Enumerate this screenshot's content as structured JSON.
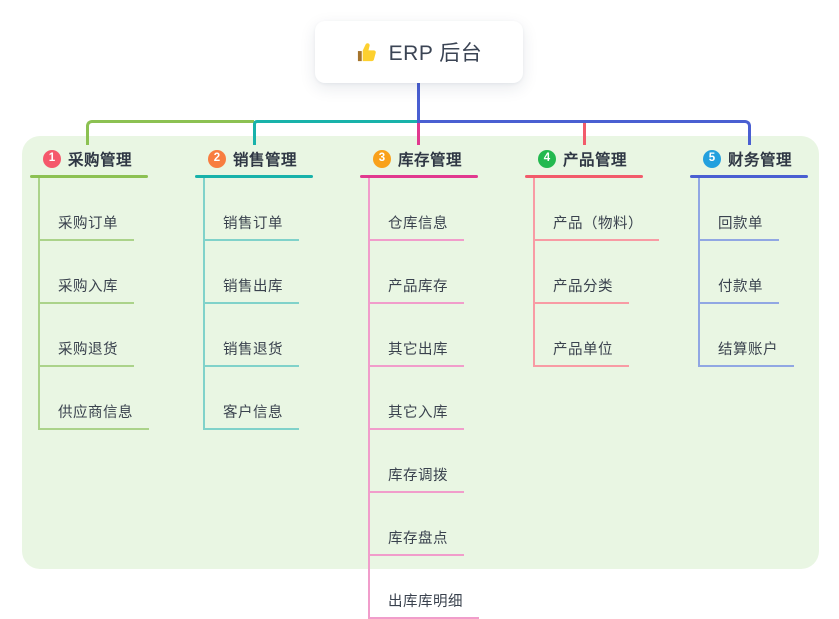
{
  "root": {
    "label": "ERP 后台",
    "icon": "thumbs-up-icon"
  },
  "colors": {
    "page_bg": "#ffffff",
    "panel_bg": "#e9f6e3",
    "trunk_line": "#4a5fd2",
    "root_card_bg": "#ffffff"
  },
  "branches": [
    {
      "index": "1",
      "label": "采购管理",
      "badge_color": "#f5586b",
      "line_color": "#8cc152",
      "child_line_color": "#abd38a",
      "children": [
        "采购订单",
        "采购入库",
        "采购退货",
        "供应商信息"
      ]
    },
    {
      "index": "2",
      "label": "销售管理",
      "badge_color": "#f87d40",
      "line_color": "#18b2aa",
      "child_line_color": "#80d2ca",
      "children": [
        "销售订单",
        "销售出库",
        "销售退货",
        "客户信息"
      ]
    },
    {
      "index": "3",
      "label": "库存管理",
      "badge_color": "#f9a11b",
      "line_color": "#e1398f",
      "child_line_color": "#f19dcb",
      "children": [
        "仓库信息",
        "产品库存",
        "其它出库",
        "其它入库",
        "库存调拨",
        "库存盘点",
        "出库库明细"
      ]
    },
    {
      "index": "4",
      "label": "产品管理",
      "badge_color": "#23b94f",
      "line_color": "#f25b6b",
      "child_line_color": "#f89ba4",
      "children": [
        "产品（物料）",
        "产品分类",
        "产品单位"
      ]
    },
    {
      "index": "5",
      "label": "财务管理",
      "badge_color": "#23a0de",
      "line_color": "#4a5fd2",
      "child_line_color": "#91a7e3",
      "children": [
        "回款单",
        "付款单",
        "结算账户"
      ]
    }
  ]
}
